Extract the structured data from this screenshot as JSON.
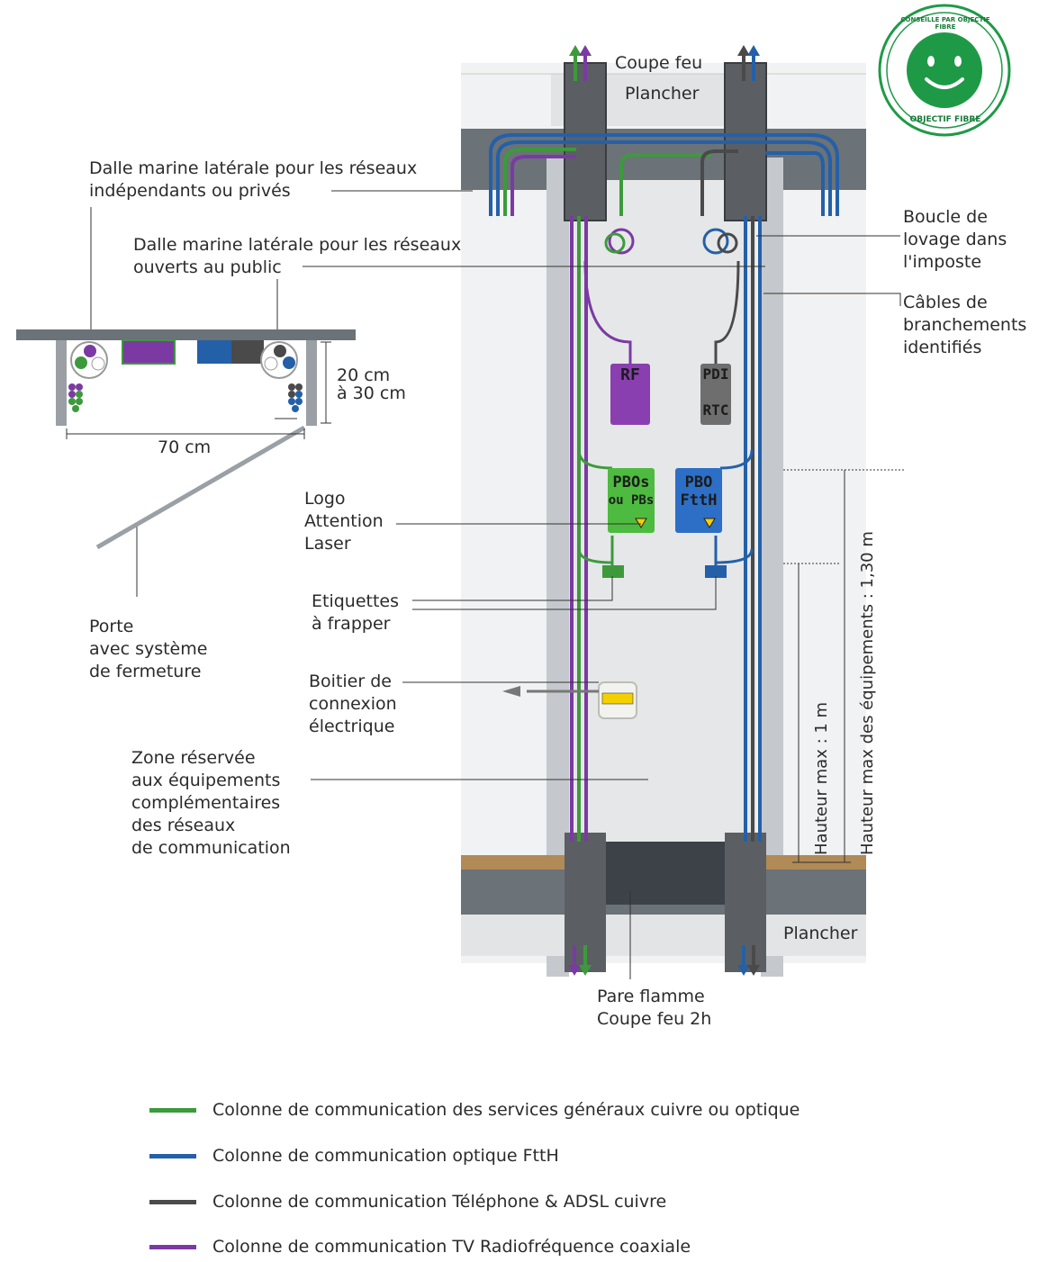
{
  "colors": {
    "green": "#3d9a3c",
    "blue": "#2460a8",
    "gray": "#4a4a4a",
    "purple": "#7b3aa3",
    "badge": "#1e9a46"
  },
  "badge": {
    "top_text": "CONSEILLÉ PAR OBJECTIF FIBRE",
    "bottom_text": "OBJECTIF FIBRE",
    "icon": "smiley-icon"
  },
  "floor_labels": {
    "coupe_feu": "Coupe feu",
    "plancher_top": "Plancher",
    "plancher_bottom": "Plancher"
  },
  "boxes": {
    "rf": "RF",
    "pdi": "PDI",
    "rtc": "RTC",
    "pbos_line1": "PBOs",
    "pbos_line2": "ou PBs",
    "pbo_line1": "PBO",
    "pbo_line2": "FttH"
  },
  "labels": {
    "dalle_prives": "Dalle marine latérale pour les réseaux\nindépendants ou privés",
    "dalle_public": "Dalle marine latérale pour les réseaux\nouverts au public",
    "boucle": "Boucle de\nlovage dans\nl'imposte",
    "cables": "Câbles de\nbranchements\nidentifiés",
    "logo_laser": "Logo\nAttention\nLaser",
    "etiquettes": "Etiquettes\nà frapper",
    "porte": "Porte\navec système\nde fermeture",
    "boitier": "Boitier de\nconnexion\nélectrique",
    "zone": "Zone réservée\naux équipements\ncomplémentaires\ndes réseaux\nde communication",
    "pare_flamme": "Pare flamme\nCoupe feu 2h"
  },
  "dimensions": {
    "depth": "20 cm\nà 30 cm",
    "width": "70 cm",
    "hauteur_max": "Hauteur max : 1 m",
    "hauteur_equip": "Hauteur max des équipements : 1,30 m"
  },
  "legend": [
    {
      "text": "Colonne de communication des services généraux cuivre ou optique",
      "color": "#3d9a3c"
    },
    {
      "text": "Colonne de communication optique FttH",
      "color": "#2460a8"
    },
    {
      "text": "Colonne de communication Téléphone & ADSL cuivre",
      "color": "#4a4a4a"
    },
    {
      "text": "Colonne de communication TV Radiofréquence coaxiale",
      "color": "#7b3aa3"
    }
  ]
}
